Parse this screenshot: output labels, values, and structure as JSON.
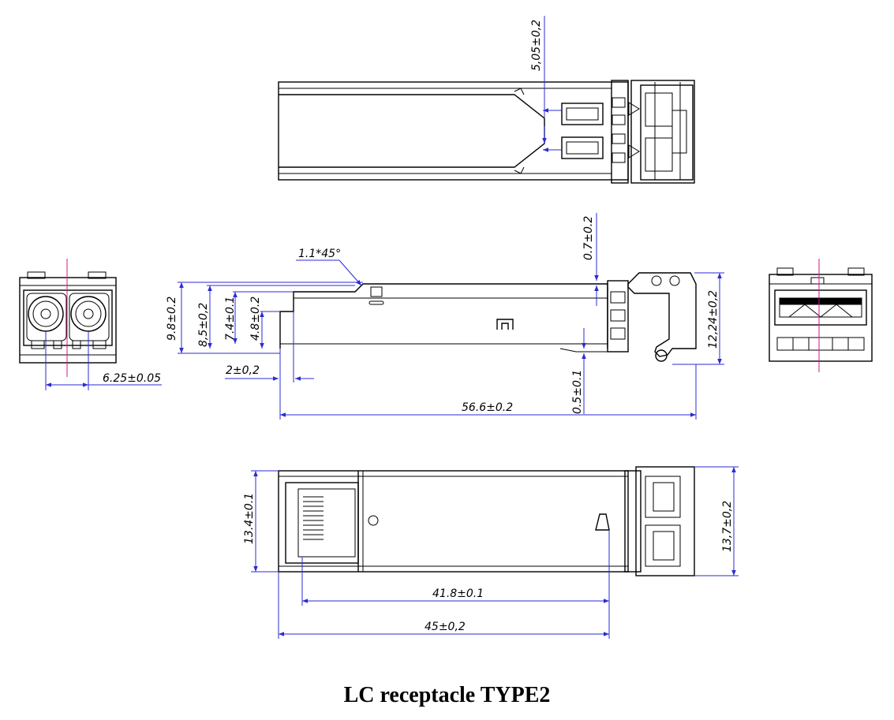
{
  "caption": "LC receptacle TYPE2",
  "dimensions": {
    "top_latch_gap": "5,05±0,2",
    "chamfer": "1.1*45°",
    "top_offset": "0.7±0.2",
    "height_total": "9.8±0.2",
    "height_body": "8,5±0,2",
    "height_inner": "7.4±0.1",
    "height_step": "4.8±0.2",
    "step_length": "2±0,2",
    "bottom_offset": "0.5±0.1",
    "length_total": "56.6±0.2",
    "latch_height": "12,24±0,2",
    "port_pitch": "6.25±0.05",
    "width_body": "13.4±0.1",
    "width_flange": "13,7±0,2",
    "length_to_tab": "41.8±0.1",
    "length_body": "45±0,2"
  },
  "colors": {
    "outline": "#000000",
    "dimension": "#2b2bd6",
    "centerline": "#d0198c"
  }
}
